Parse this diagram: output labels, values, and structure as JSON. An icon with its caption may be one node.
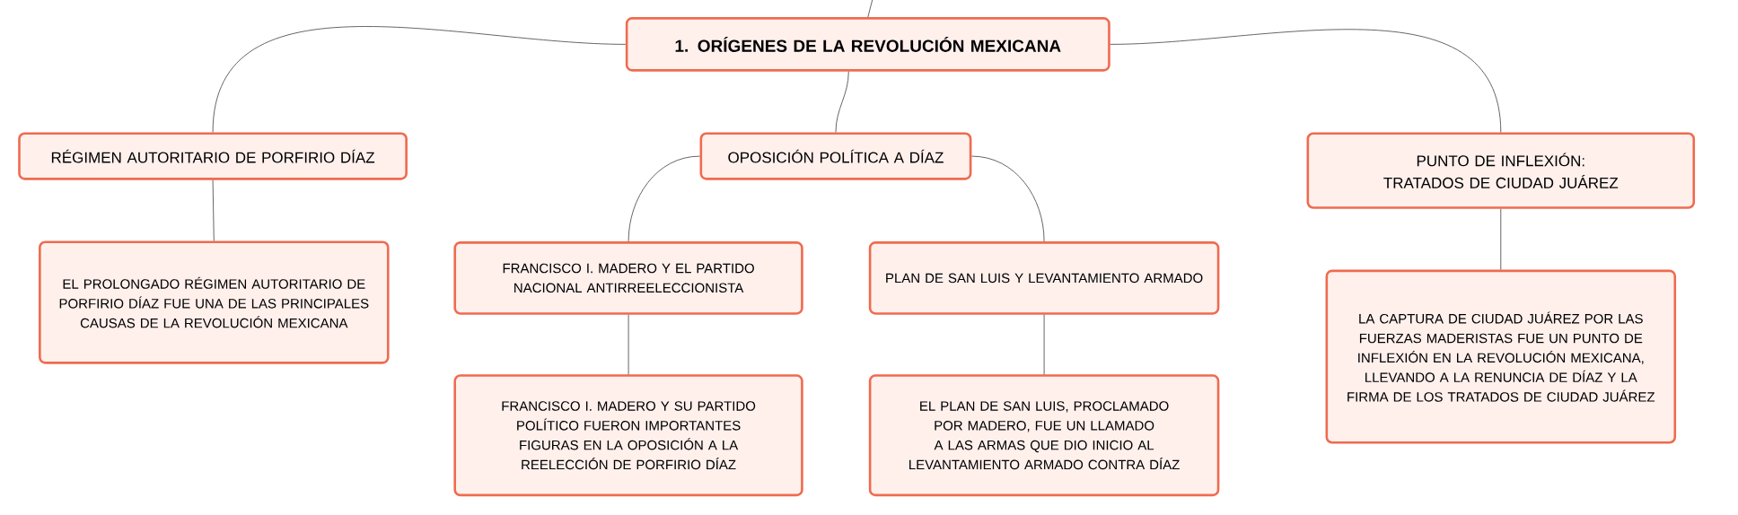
{
  "diagram": {
    "nodes": [
      {
        "text": [
          "1. ORÍGENES DE LA REVOLUCIÓN MEXICANA"
        ]
      },
      {
        "text": [
          "RÉGIMEN AUTORITARIO DE PORFIRIO DÍAZ"
        ]
      },
      {
        "text": [
          "OPOSICIÓN POLÍTICA A DÍAZ"
        ]
      },
      {
        "text": [
          "PUNTO DE INFLEXIÓN: TRATADOS DE CIUDAD JUÁREZ"
        ]
      },
      {
        "text": [
          "EL PROLONGADO RÉGIMEN AUTORITARIO DE PORFIRIO DÍAZ FUE UNA DE LAS PRINCIPALES CAUSAS DE LA REVOLUCIÓN MEXICANA"
        ]
      },
      {
        "text": [
          "FRANCISCO I. MADERO Y EL PARTIDO NACIONAL ANTIRREELECCIONISTA"
        ]
      },
      {
        "text": [
          "PLAN DE SAN LUIS Y LEVANTAMIENTO ARMADO"
        ]
      },
      {
        "text": [
          "FRANCISCO I. MADERO Y SU PARTIDO POLÍTICO FUERON IMPORTANTES FIGURAS EN LA OPOSICIÓN A LA REELECCIÓN DE PORFIRIO DÍAZ"
        ]
      },
      {
        "text": [
          "EL PLAN DE SAN LUIS, PROCLAMADO POR MADERO, FUE UN LLAMADO A LAS ARMAS QUE DIO INICIO AL LEVANTAMIENTO ARMADO CONTRA DÍAZ"
        ]
      },
      {
        "text": [
          "LA CAPTURA DE CIUDAD JUÁREZ POR LAS FUERZAS MADERISTAS FUE UN PUNTO DE INFLEXIÓN EN LA REVOLUCIÓN MEXICANA, LLEVANDO A LA RENUNCIA DE DÍAZ Y LA FIRMA DE LOS TRATADOS DE CIUDAD JUÁREZ"
        ]
      }
    ],
    "edges": [
      {
        "from": null,
        "to": 0,
        "arrow": "none"
      },
      {
        "from": 0,
        "to": 1,
        "arrow": "none"
      },
      {
        "from": 0,
        "to": 2,
        "arrow": "none"
      },
      {
        "from": 0,
        "to": 3,
        "arrow": "none"
      },
      {
        "from": 1,
        "to": 4,
        "arrow": "none"
      },
      {
        "from": 2,
        "to": 5,
        "arrow": "none"
      },
      {
        "from": 2,
        "to": 6,
        "arrow": "none"
      },
      {
        "from": 5,
        "to": 7,
        "arrow": "none"
      },
      {
        "from": 6,
        "to": 8,
        "arrow": "none"
      },
      {
        "from": 3,
        "to": 9,
        "arrow": "none"
      }
    ]
  }
}
